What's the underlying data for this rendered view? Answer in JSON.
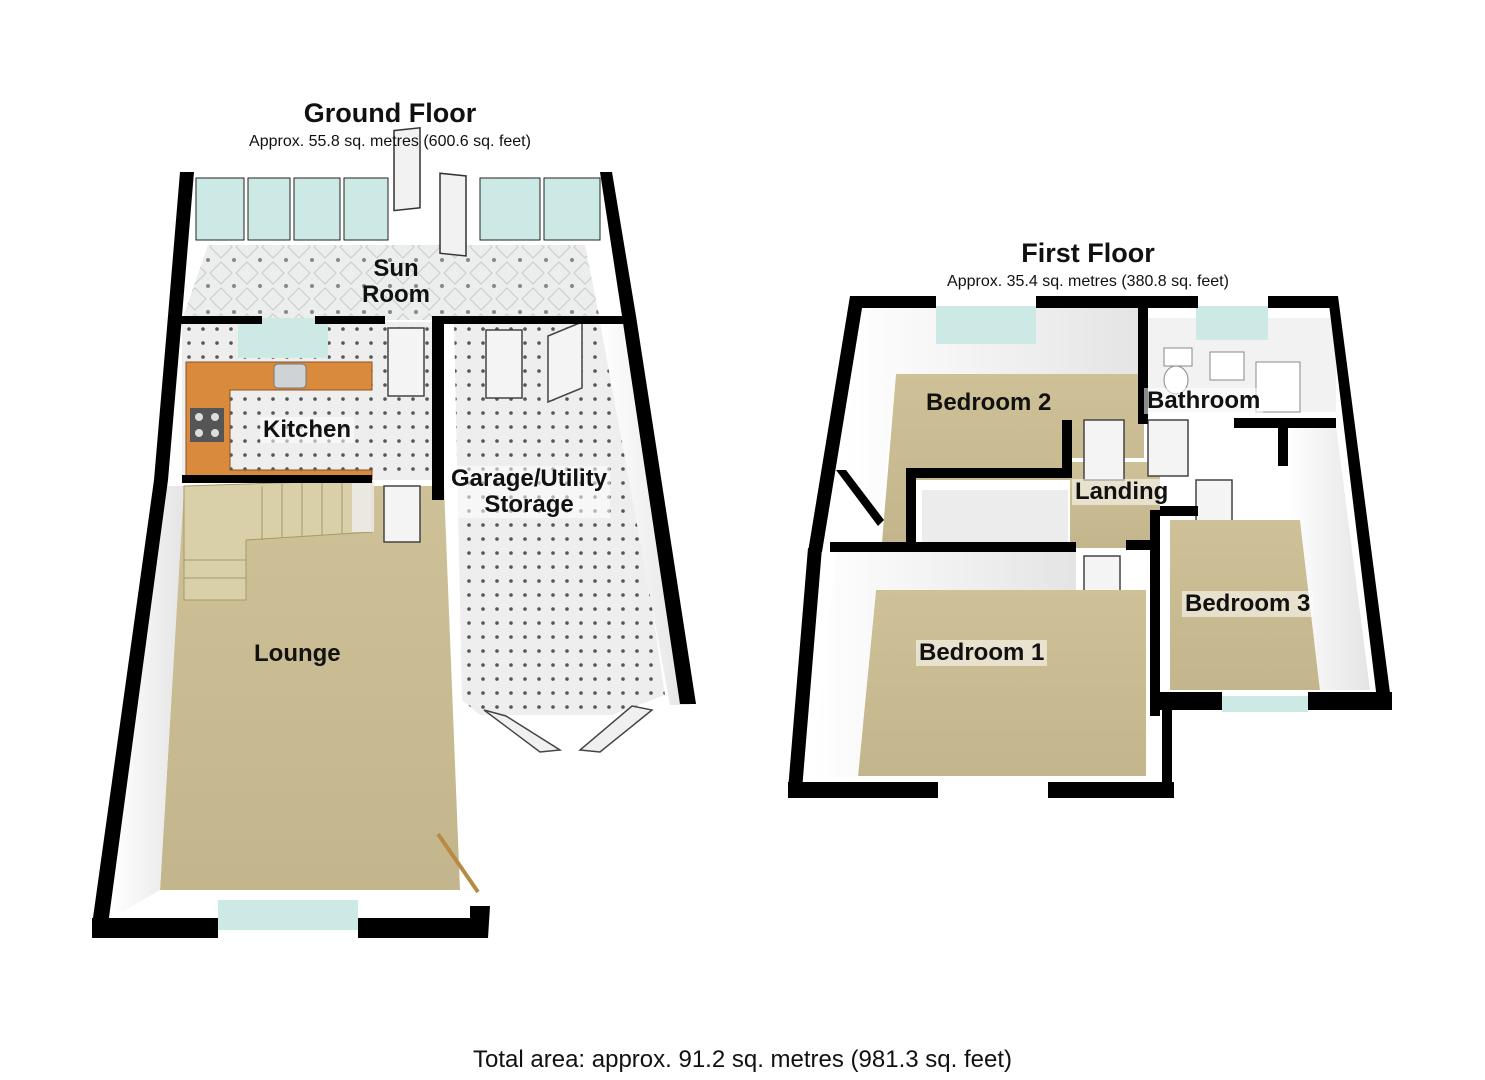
{
  "ground_floor": {
    "title": "Ground Floor",
    "area": "Approx. 55.8 sq. metres (600.6 sq. feet)",
    "rooms": {
      "sun_room_line1": "Sun",
      "sun_room_line2": "Room",
      "kitchen": "Kitchen",
      "garage_line1": "Garage/Utility",
      "garage_line2": "Storage",
      "lounge": "Lounge"
    }
  },
  "first_floor": {
    "title": "First Floor",
    "area": "Approx. 35.4 sq. metres (380.8 sq. feet)",
    "rooms": {
      "bedroom2": "Bedroom 2",
      "bathroom": "Bathroom",
      "landing": "Landing",
      "bedroom3": "Bedroom 3",
      "bedroom1": "Bedroom 1"
    }
  },
  "total_area": "Total area: approx. 91.2 sq. metres (981.3 sq. feet)",
  "colors": {
    "wall": "#000000",
    "wall_inner": "#f2f2f2",
    "carpet": "#c9bb91",
    "tile": "#e6e8e8",
    "worktop": "#d98a3c",
    "glass": "#bfe3df"
  }
}
